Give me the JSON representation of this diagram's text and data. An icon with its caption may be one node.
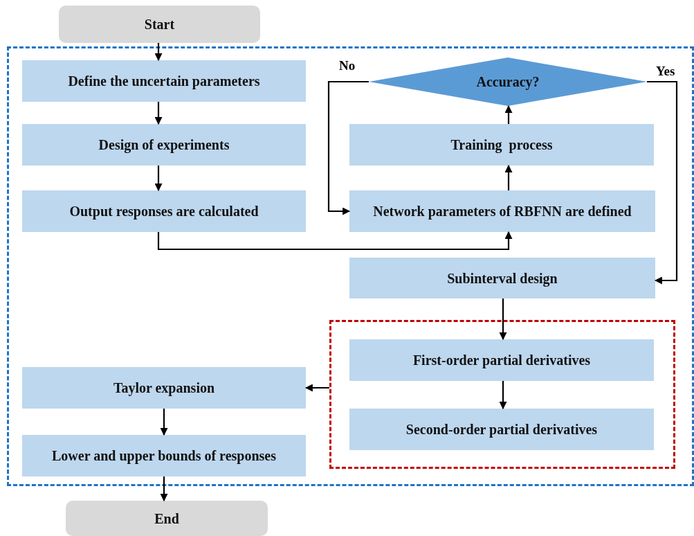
{
  "diagram": {
    "nodes": [
      {
        "text": [
          "Start"
        ]
      },
      {
        "text": [],
        "shape": "box"
      },
      {
        "text": [
          "Define the uncertain parameters"
        ],
        "in": 1
      },
      {
        "text": [
          "Design of experiments"
        ],
        "in": 1
      },
      {
        "text": [
          "Output responses are calculated"
        ],
        "in": 1
      },
      {
        "text": [
          "Accuracy?"
        ],
        "in": 1
      },
      {
        "text": [
          "Training  process"
        ],
        "in": 1
      },
      {
        "text": [
          "Network parameters of RBFNN are defined"
        ],
        "in": 1
      },
      {
        "text": [
          "Subinterval design"
        ],
        "in": 1
      },
      {
        "text": [],
        "shape": "box",
        "in": 1
      },
      {
        "text": [
          "First-order partial derivatives"
        ],
        "in": 9
      },
      {
        "text": [
          "Second-order partial derivatives"
        ],
        "in": 9
      },
      {
        "text": [
          "Taylor expansion"
        ],
        "in": 1
      },
      {
        "text": [
          "Lower and upper bounds of responses"
        ],
        "in": 1
      },
      {
        "text": [
          "End"
        ]
      }
    ],
    "edges": [
      {
        "from": 0,
        "to": 2,
        "arrow": "to"
      },
      {
        "from": 2,
        "to": 3,
        "arrow": "to"
      },
      {
        "from": 3,
        "to": 4,
        "arrow": "to"
      },
      {
        "from": 4,
        "to": 7,
        "arrow": "to"
      },
      {
        "from": 7,
        "to": 6,
        "arrow": "to"
      },
      {
        "from": 6,
        "to": 5,
        "arrow": "to"
      },
      {
        "from": 5,
        "to": 7,
        "arrow": "to",
        "label": "No"
      },
      {
        "from": 5,
        "to": 8,
        "arrow": "to",
        "label": "Yes"
      },
      {
        "from": 8,
        "to": 10,
        "arrow": "to"
      },
      {
        "from": 10,
        "to": 11,
        "arrow": "to"
      },
      {
        "from": 9,
        "to": 12,
        "arrow": "to"
      },
      {
        "from": 12,
        "to": 13,
        "arrow": "to"
      },
      {
        "from": 13,
        "to": 14,
        "arrow": "to"
      }
    ]
  }
}
